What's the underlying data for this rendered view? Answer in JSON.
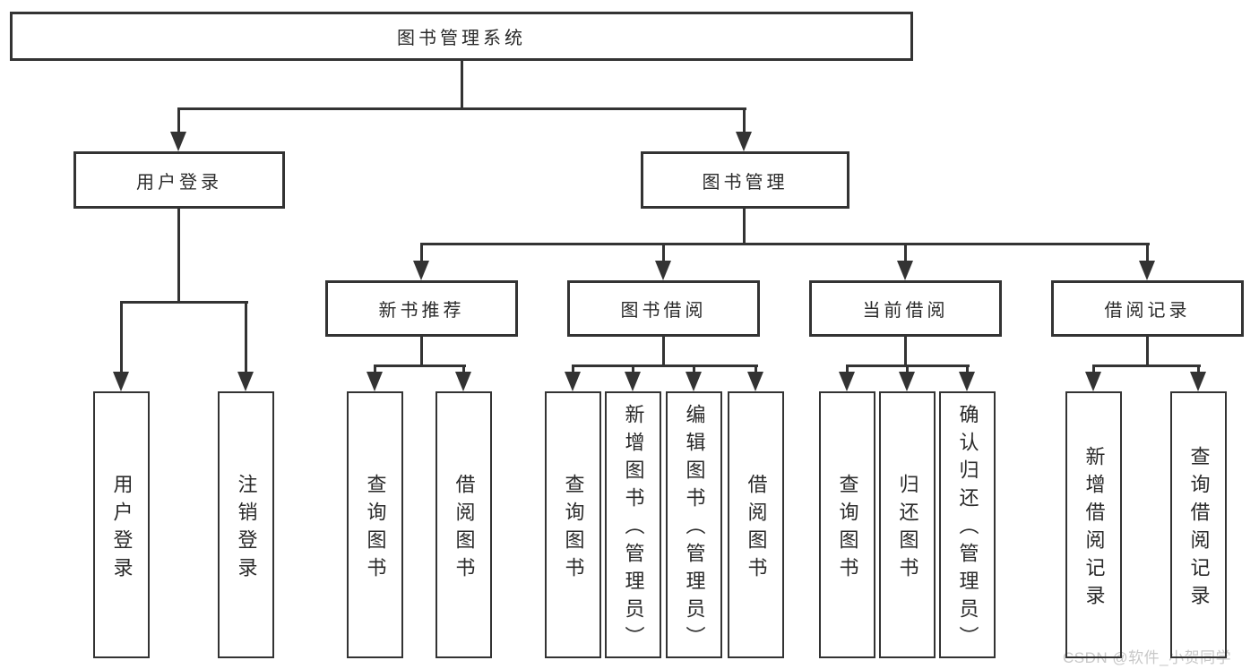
{
  "tree": {
    "root": {
      "label": "图书管理系统"
    },
    "level2": [
      {
        "label": "用户登录"
      },
      {
        "label": "图书管理"
      }
    ],
    "level3": [
      {
        "label": "新书推荐"
      },
      {
        "label": "图书借阅"
      },
      {
        "label": "当前借阅"
      },
      {
        "label": "借阅记录"
      }
    ],
    "leaves_user_login": [
      {
        "label": "用户登录"
      },
      {
        "label": "注销登录"
      }
    ],
    "leaves_new_book": [
      {
        "label": "查询图书"
      },
      {
        "label": "借阅图书"
      }
    ],
    "leaves_book_borrow": [
      {
        "label": "查询图书"
      },
      {
        "label": "新增图书（管理员）"
      },
      {
        "label": "编辑图书（管理员）"
      },
      {
        "label": "借阅图书"
      }
    ],
    "leaves_current_borrow": [
      {
        "label": "查询图书"
      },
      {
        "label": "归还图书"
      },
      {
        "label": "确认归还（管理员）"
      }
    ],
    "leaves_records": [
      {
        "label": "新增借阅记录"
      },
      {
        "label": "查询借阅记录"
      }
    ]
  },
  "watermark": {
    "text": "CSDN @软件_小贺同学"
  },
  "colors": {
    "line": "#333333",
    "text": "#2a2a2a",
    "watermark": "#c8c8c8",
    "background": "#ffffff"
  }
}
